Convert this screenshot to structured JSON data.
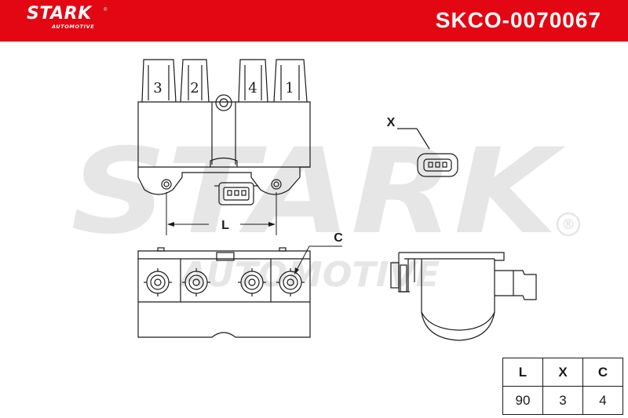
{
  "header": {
    "brand": "STARK",
    "brand_sub": "AUTOMOTIVE",
    "registered_mark": "®",
    "part_number": "SKCO-0070067",
    "background_color": "#e30613"
  },
  "watermark": {
    "text": "STARK",
    "sub": "AUTOMOTIVE",
    "registered_mark": "®",
    "color": "#e6e6e6"
  },
  "drawing": {
    "terminal_numbers": [
      "3",
      "2",
      "4",
      "1"
    ],
    "dimension_labels": {
      "length": "L",
      "connector": "X",
      "terminal": "C"
    }
  },
  "spec_table": {
    "headers": [
      "L",
      "X",
      "C"
    ],
    "values": [
      "90",
      "3",
      "4"
    ]
  }
}
